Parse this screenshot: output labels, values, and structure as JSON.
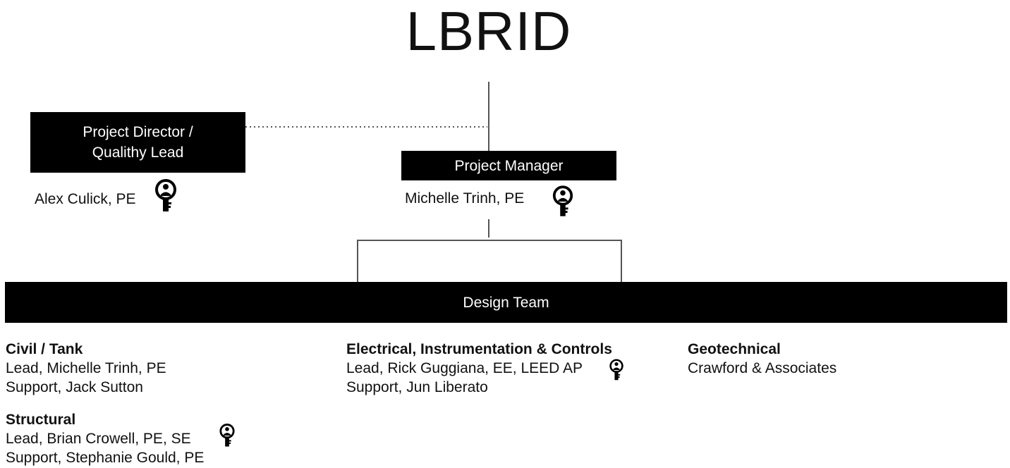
{
  "title": "LBRID",
  "colors": {
    "box_fill": "#000000",
    "box_text": "#ffffff",
    "text": "#111111",
    "connector": "#555555"
  },
  "director": {
    "role_line1": "Project Director /",
    "role_line2": "Qualithy Lead",
    "name": "Alex Culick, PE",
    "icon": "key-person-icon"
  },
  "manager": {
    "role": "Project Manager",
    "name": "Michelle Trinh, PE",
    "icon": "key-person-icon"
  },
  "design_team": {
    "label": "Design Team"
  },
  "sections": {
    "civil": {
      "heading": "Civil / Tank",
      "lead": "Lead, Michelle Trinh, PE",
      "support": "Support, Jack Sutton"
    },
    "electrical": {
      "heading": "Electrical, Instrumentation & Controls",
      "lead": "Lead, Rick Guggiana, EE, LEED AP",
      "support": "Support, Jun Liberato",
      "icon": "key-person-icon"
    },
    "geotechnical": {
      "heading": "Geotechnical",
      "firm": "Crawford & Associates"
    },
    "structural": {
      "heading": "Structural",
      "lead": "Lead, Brian Crowell, PE, SE",
      "support": "Support, Stephanie Gould, PE",
      "icon": "key-person-icon"
    }
  }
}
